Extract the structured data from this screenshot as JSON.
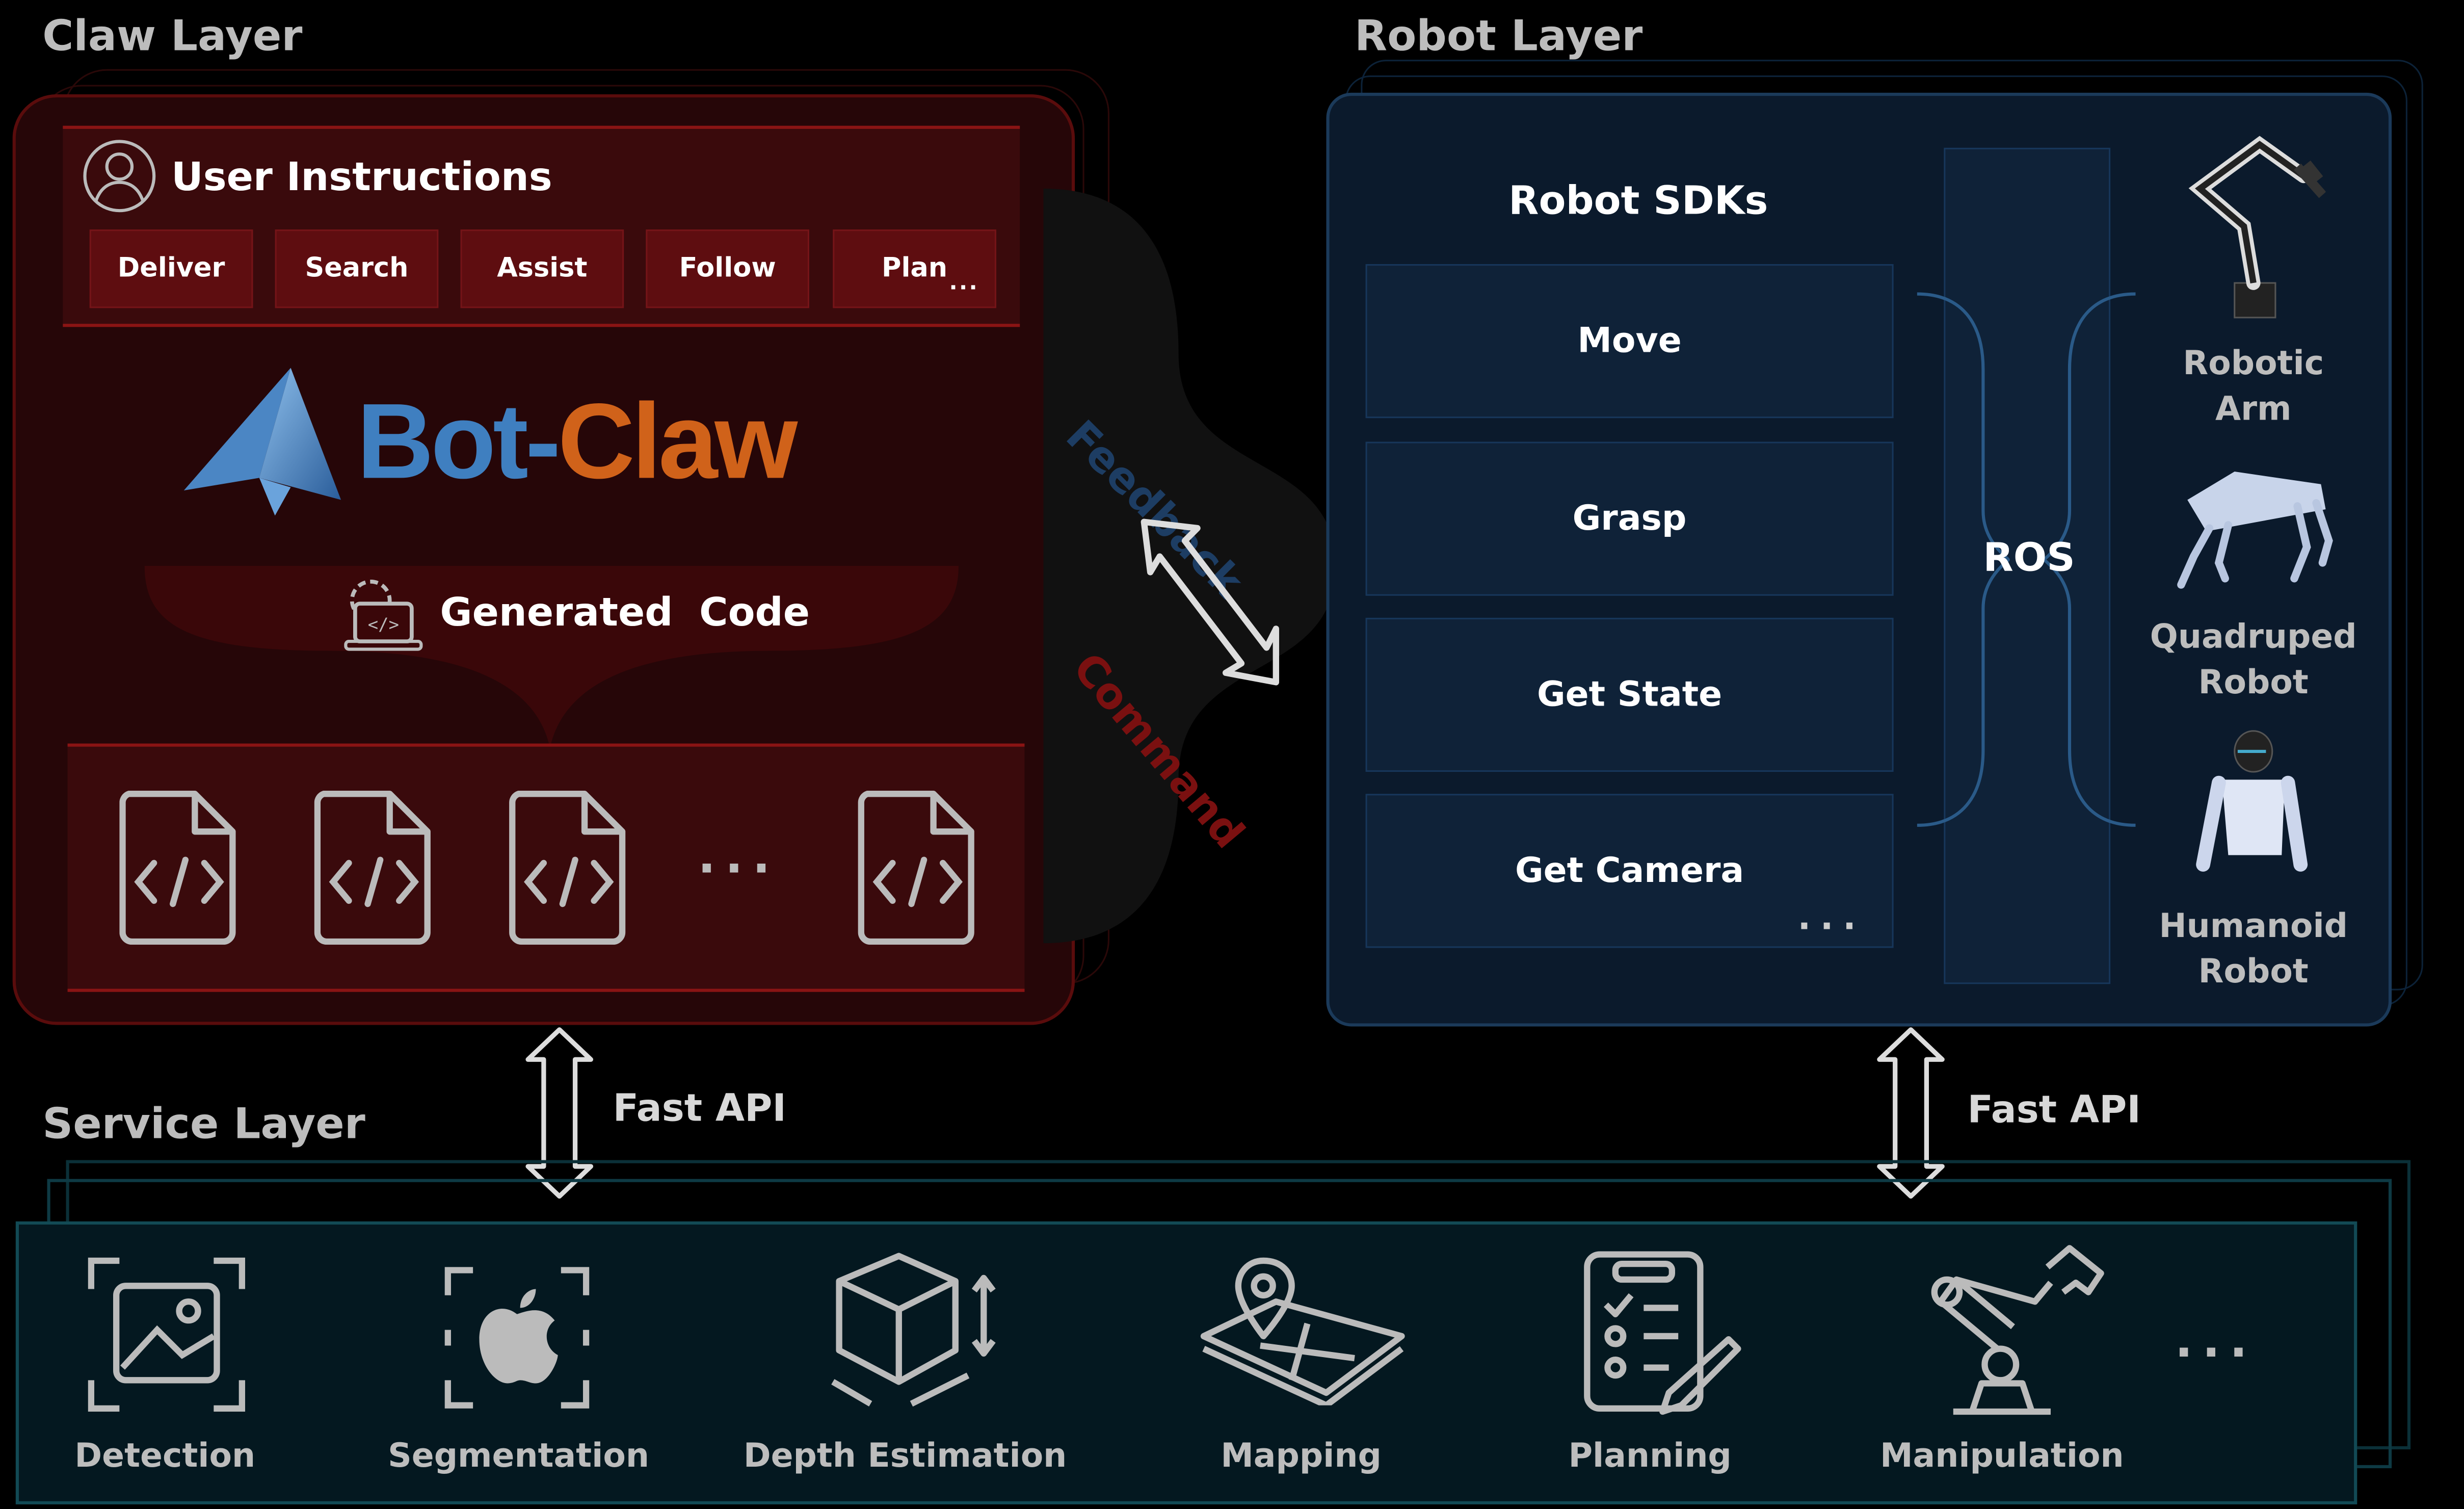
{
  "claw_layer": {
    "title": "Claw Layer",
    "user_instructions": {
      "title": "User Instructions",
      "chips": [
        "Deliver",
        "Search",
        "Assist",
        "Follow",
        "Plan"
      ],
      "more": "..."
    },
    "logo": {
      "text_left": "Bot-",
      "text_right": "Claw"
    },
    "generated_code": {
      "title": "Generated",
      "title2": "Code",
      "more": "..."
    }
  },
  "connector": {
    "feedback": "Feedback",
    "command": "Command"
  },
  "robot_layer": {
    "title": "Robot Layer",
    "sdks": {
      "title": "Robot SDKs",
      "items": [
        "Move",
        "Grasp",
        "Get State",
        "Get Camera"
      ],
      "more": "..."
    },
    "ros": "ROS",
    "robots": [
      {
        "line1": "Robotic",
        "line2": "Arm"
      },
      {
        "line1": "Quadruped",
        "line2": "Robot"
      },
      {
        "line1": "Humanoid",
        "line2": "Robot"
      }
    ]
  },
  "fast_api": {
    "left": "Fast API",
    "right": "Fast API"
  },
  "service_layer": {
    "title": "Service Layer",
    "items": [
      "Detection",
      "Segmentation",
      "Depth Estimation",
      "Mapping",
      "Planning",
      "Manipulation"
    ],
    "more": "..."
  },
  "colors": {
    "claw_red": "#260608",
    "robot_blue": "#0b1a2c",
    "service_teal": "#124a55",
    "logo_blue": "#3f7fc0",
    "logo_orange": "#d0621a"
  }
}
